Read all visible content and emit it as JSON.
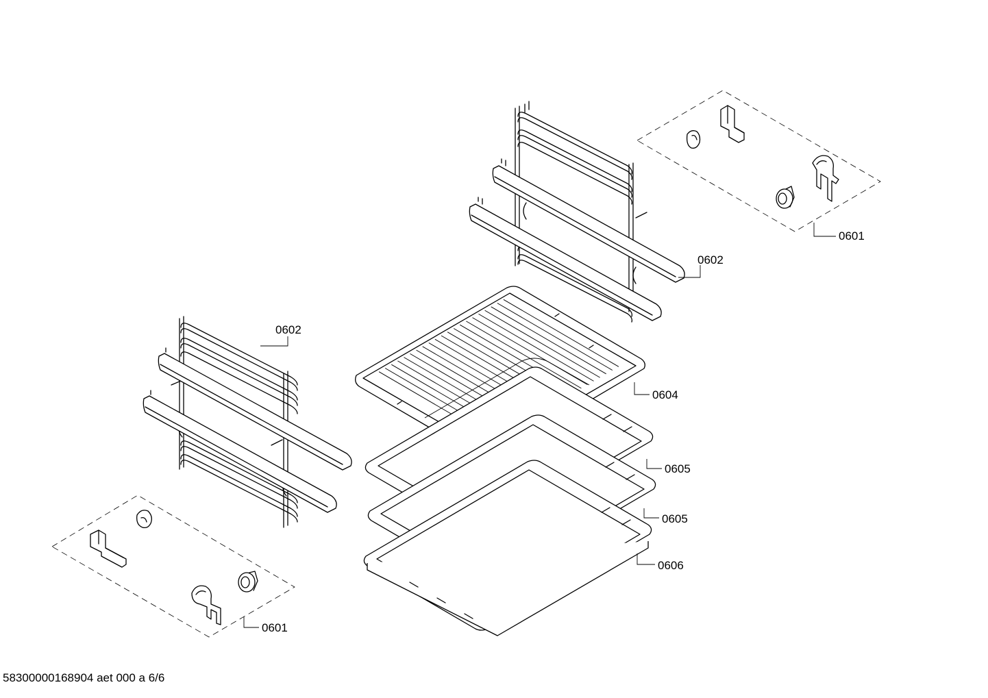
{
  "diagram": {
    "part_labels": [
      {
        "id": "right-clip-set",
        "text": "0601"
      },
      {
        "id": "right-rail",
        "text": "0602"
      },
      {
        "id": "left-rail",
        "text": "0602"
      },
      {
        "id": "wire-rack",
        "text": "0604"
      },
      {
        "id": "baking-tray-1",
        "text": "0605"
      },
      {
        "id": "baking-tray-2",
        "text": "0605"
      },
      {
        "id": "deep-tray",
        "text": "0606"
      },
      {
        "id": "left-clip-set",
        "text": "0601"
      }
    ]
  },
  "footer": {
    "code": "58300000168904 aet 000 a 6/6"
  }
}
